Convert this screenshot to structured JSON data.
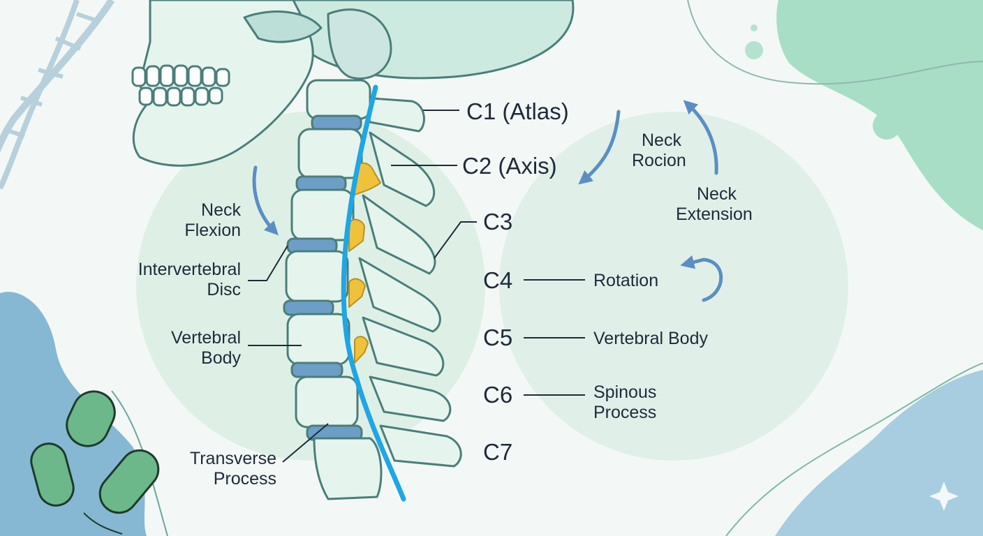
{
  "vertebrae": [
    {
      "id": "c1",
      "label": "C1 (Atlas)"
    },
    {
      "id": "c2",
      "label": "C2 (Axis)"
    },
    {
      "id": "c3",
      "label": "C3"
    },
    {
      "id": "c4",
      "label": "C4"
    },
    {
      "id": "c5",
      "label": "C5"
    },
    {
      "id": "c6",
      "label": "C6"
    },
    {
      "id": "c7",
      "label": "C7"
    }
  ],
  "left_labels": {
    "neck_flexion": [
      "Neck",
      "Flexion"
    ],
    "intervertebral_disc": [
      "Intervertebral",
      "Disc"
    ],
    "vertebral_body": [
      "Vertebral",
      "Body"
    ],
    "transverse_process": [
      "Transverse",
      "Process"
    ]
  },
  "right_labels": {
    "neck_rotation": [
      "Neck",
      "Rocion"
    ],
    "neck_extension": [
      "Neck",
      "Extension"
    ],
    "rotation": "Rotation",
    "vertebral_body": "Vertebral Body",
    "spinous_process": [
      "Spinous",
      "Process"
    ]
  },
  "colors": {
    "background": "#f3f8f6",
    "spinal_cord": "#1ea6e6",
    "bone": "#e6f4ee",
    "bone_outline": "#4a7e7a",
    "disc": "#6d9ec7",
    "joint_highlight": "#f0c23c",
    "arrow": "#5b8ec4",
    "blob_green": "#a5ddc5",
    "blob_blue": "#7fb3d0",
    "bacteria": "#6cb88a",
    "text": "#1f2a3a"
  }
}
